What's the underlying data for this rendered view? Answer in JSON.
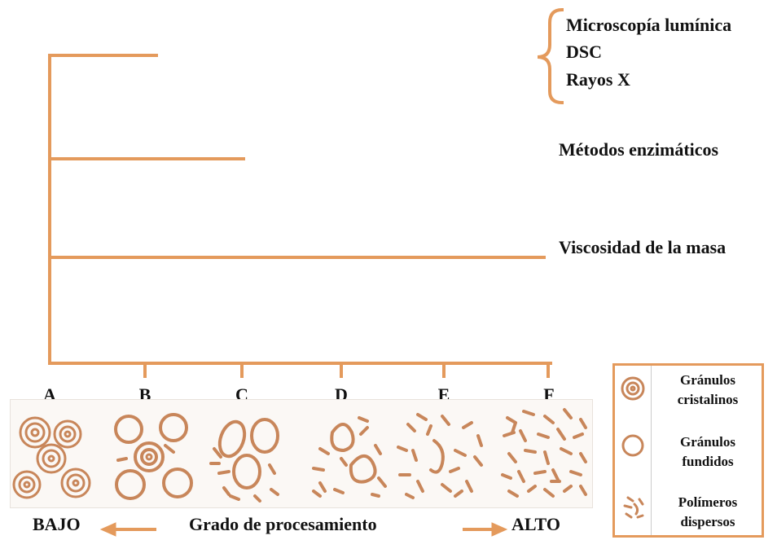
{
  "methods": {
    "group1": [
      "Microscopía lumínica",
      "DSC",
      "Rayos X"
    ],
    "enzymatic": "Métodos enzimáticos",
    "viscosity": "Viscosidad de la masa"
  },
  "axis": {
    "ticks": [
      "A",
      "B",
      "C",
      "D",
      "E",
      "F"
    ]
  },
  "scale": {
    "low": "BAJO",
    "label": "Grado de procesamiento",
    "high": "ALTO"
  },
  "legend": {
    "items": [
      {
        "label_1": "Gránulos",
        "label_2": "cristalinos",
        "icon": "crystalline-granule-icon"
      },
      {
        "label_1": "Gránulos",
        "label_2": "fundidos",
        "icon": "melted-granule-icon"
      },
      {
        "label_1": "Polímeros",
        "label_2": "dispersos",
        "icon": "dispersed-polymers-icon"
      }
    ]
  },
  "colors": {
    "accent": "#e49a5c",
    "granule": "#c8865a"
  }
}
